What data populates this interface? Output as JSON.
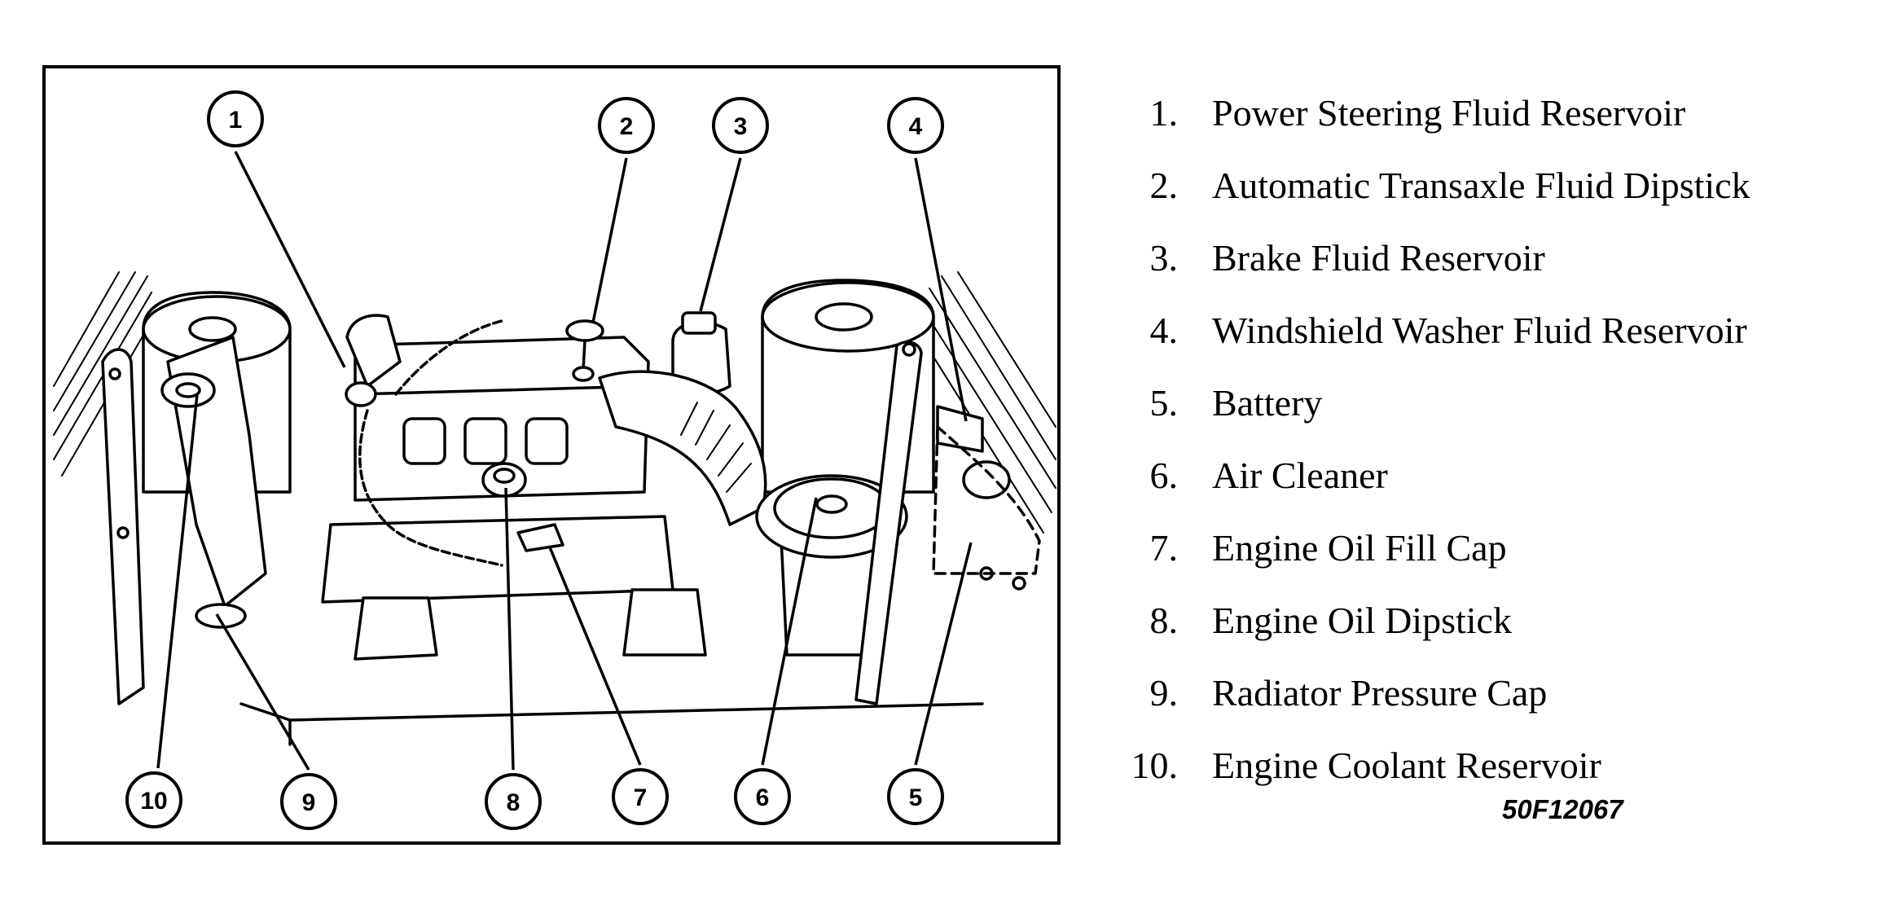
{
  "legend": [
    {
      "number": "1.",
      "label": "Power Steering Fluid Reservoir"
    },
    {
      "number": "2.",
      "label": "Automatic Transaxle Fluid Dipstick"
    },
    {
      "number": "3.",
      "label": "Brake Fluid Reservoir"
    },
    {
      "number": "4.",
      "label": "Windshield Washer Fluid Reservoir"
    },
    {
      "number": "5.",
      "label": "Battery"
    },
    {
      "number": "6.",
      "label": "Air Cleaner"
    },
    {
      "number": "7.",
      "label": "Engine Oil Fill Cap"
    },
    {
      "number": "8.",
      "label": "Engine Oil Dipstick"
    },
    {
      "number": "9.",
      "label": "Radiator Pressure Cap"
    },
    {
      "number": "10.",
      "label": "Engine Coolant Reservoir"
    }
  ],
  "callouts": {
    "c1": "1",
    "c2": "2",
    "c3": "3",
    "c4": "4",
    "c5": "5",
    "c6": "6",
    "c7": "7",
    "c8": "8",
    "c9": "9",
    "c10": "10"
  },
  "figure_code": "50F12067"
}
